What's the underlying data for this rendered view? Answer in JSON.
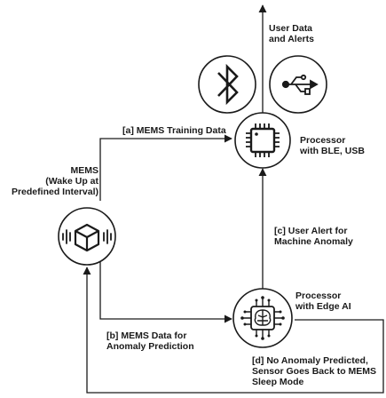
{
  "nodes": {
    "mems": {
      "label": [
        "MEMS",
        "(Wake Up at",
        "Predefined Interval)"
      ],
      "icon": "sensor-cube-icon"
    },
    "processor_ble": {
      "label": [
        "Processor",
        "with BLE, USB"
      ],
      "icon": "microchip-icon"
    },
    "processor_ai": {
      "label": [
        "Processor",
        "with Edge AI"
      ],
      "icon": "ai-chip-icon"
    },
    "bluetooth": {
      "icon": "bluetooth-icon"
    },
    "usb": {
      "icon": "usb-icon"
    }
  },
  "edges": {
    "user_data": [
      "User Data",
      "and Alerts"
    ],
    "a": "[a] MEMS Training Data",
    "b": [
      "[b] MEMS Data for",
      "Anomaly Prediction"
    ],
    "c": [
      "[c] User Alert for",
      "Machine Anomaly"
    ],
    "d": [
      "[d] No Anomaly Predicted,",
      "Sensor Goes Back to MEMS",
      "Sleep Mode"
    ]
  },
  "colors": {
    "stroke": "#1a1a1a",
    "background": "#ffffff"
  }
}
